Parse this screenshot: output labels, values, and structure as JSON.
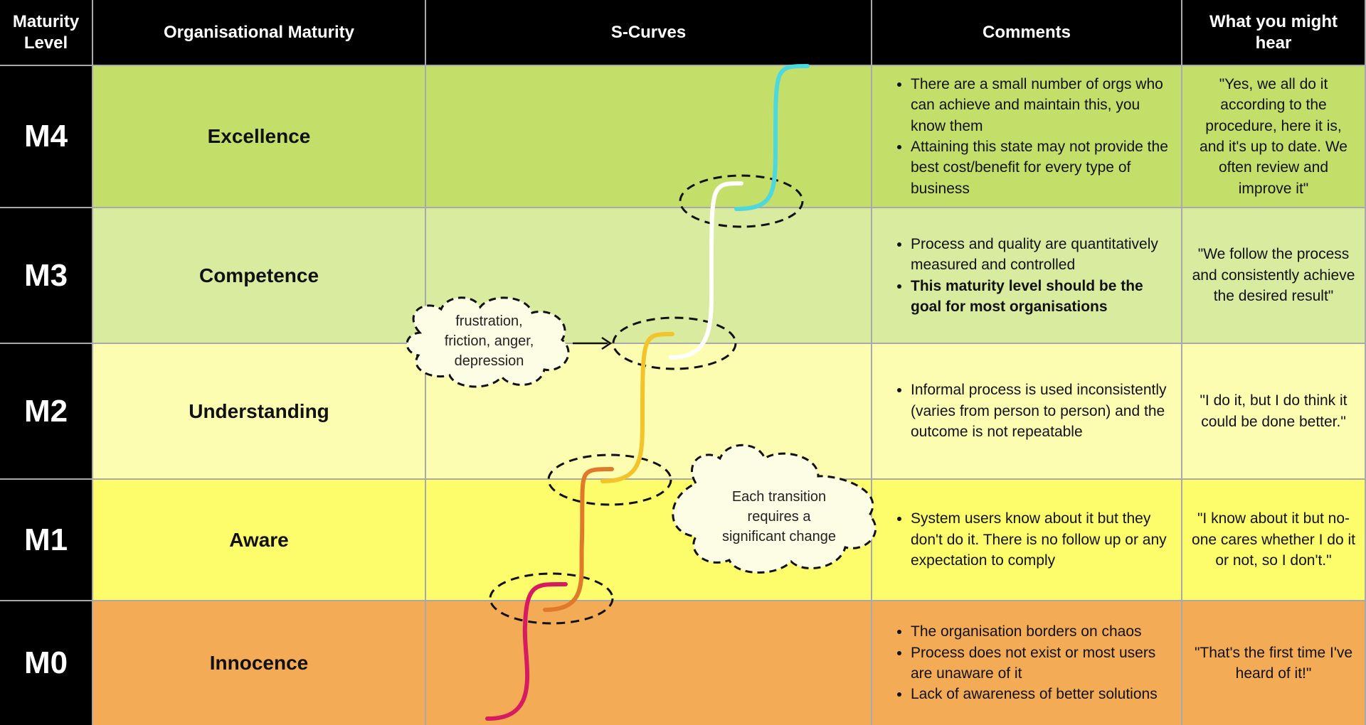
{
  "headers": {
    "level": "Maturity Level",
    "maturity": "Organisational Maturity",
    "scurves": "S-Curves",
    "comments": "Comments",
    "hear": "What you might hear"
  },
  "rows": [
    {
      "level": "M4",
      "name": "Excellence",
      "color": "#c3df6a",
      "comments": [
        "There are a small number of orgs who can achieve and maintain this, you know them",
        "Attaining this state may not provide the best cost/benefit for every type of business"
      ],
      "quote": "\"Yes, we all do it according to the procedure, here it is, and it's up to date. We often review and improve it\""
    },
    {
      "level": "M3",
      "name": "Competence",
      "color": "#d8eb9f",
      "comments": [
        "Process and quality are quantitatively measured and controlled",
        "This maturity level should be the goal for most organisations"
      ],
      "quote": "\"We follow the process and consistently achieve the desired result\""
    },
    {
      "level": "M2",
      "name": "Understanding",
      "color": "#fdfdb2",
      "comments": [
        "Informal process is used inconsistently (varies from person to person) and the outcome is not repeatable"
      ],
      "quote": "\"I do it, but I do think it could be done better.\""
    },
    {
      "level": "M1",
      "name": "Aware",
      "color": "#fdfd6b",
      "comments": [
        "System users know about it but they don't do it. There is no follow up or any expectation to comply"
      ],
      "quote": "\"I know about it but no-one cares whether I do it or not, so I don't.\""
    },
    {
      "level": "M0",
      "name": "Innocence",
      "color": "#f3ab55",
      "comments": [
        "The organisation borders on chaos",
        "Process does not exist or most users are unaware of it",
        "Lack of awareness of better solutions"
      ],
      "quote": "\"That's the first time I've heard of it!\""
    }
  ],
  "clouds": {
    "emotions": [
      "frustration,",
      "friction, anger,",
      "depression"
    ],
    "transition": [
      "Each transition",
      "requires a",
      "significant change"
    ]
  },
  "curve_colors": {
    "m0": "#d81b60",
    "m1": "#e07a2a",
    "m2": "#f2c429",
    "m3": "#ffffff",
    "m4": "#4dd8de"
  }
}
